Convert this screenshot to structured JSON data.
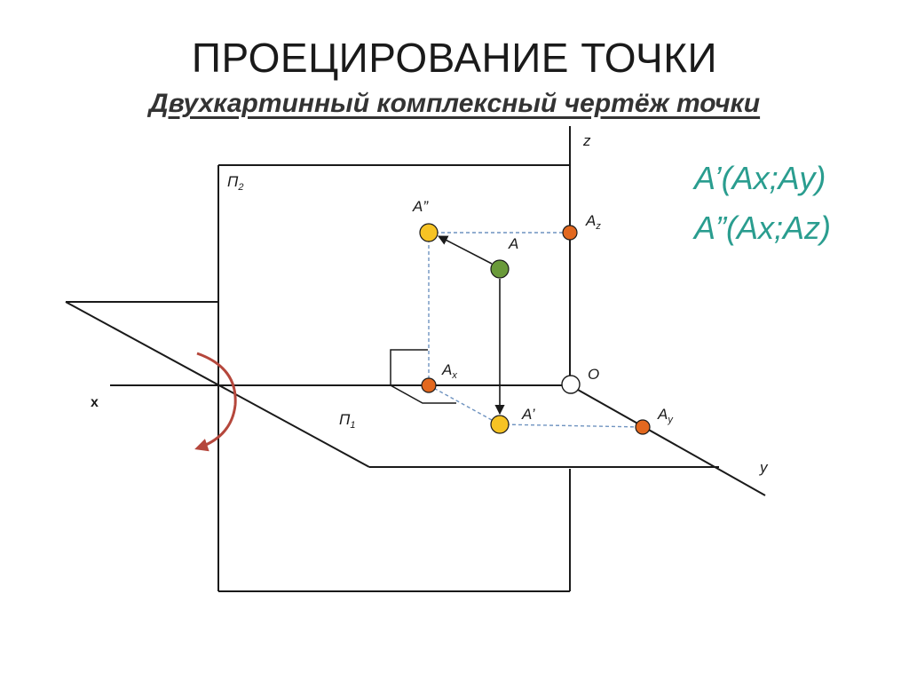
{
  "title": "ПРОЕЦИРОВАНИЕ ТОЧКИ",
  "subtitle": "Двухкартинный комплексный чертёж точки",
  "formulas": {
    "first": "A’(Ax;Ay)",
    "second": "A”(Ax;Az)"
  },
  "labels": {
    "z": "z",
    "x": "x",
    "y": "y",
    "origin": "O",
    "pi2_base": "П",
    "pi2_index": "2",
    "pi1_base": "П",
    "pi1_index": "1",
    "a_point": "A",
    "a_front": "A”",
    "a_top": "A’",
    "ax_base": "A",
    "ax_index": "x",
    "az_base": "A",
    "az_index": "z",
    "ay_base": "A",
    "ay_index": "y"
  },
  "colors": {
    "formula": "#2a9d8f",
    "point_green": "#6a9a3a",
    "point_yellow": "#f6c324",
    "point_orange": "#e2681f",
    "arrow": "#b5473c",
    "dashed": "#6f93c0"
  }
}
